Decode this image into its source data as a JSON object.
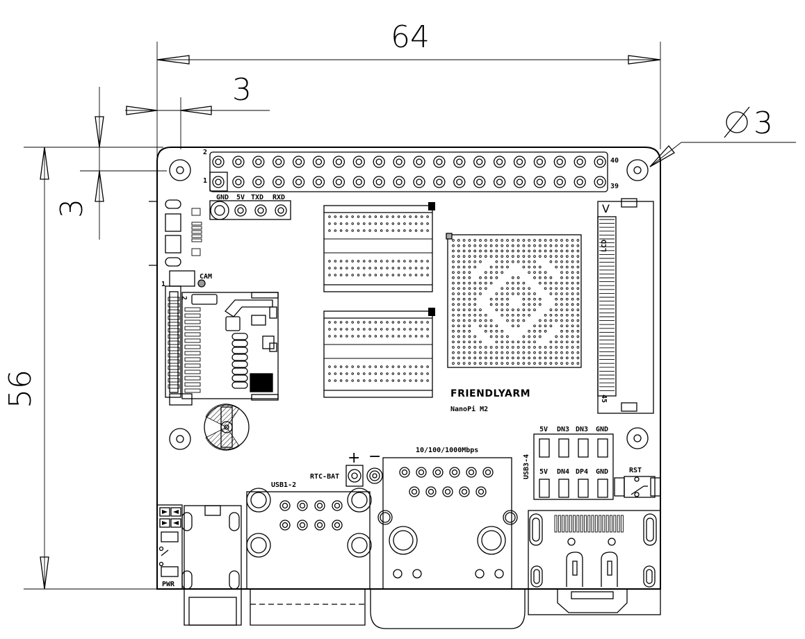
{
  "dimensions": {
    "width": "64",
    "height": "56",
    "hole_offset_x": "3",
    "hole_offset_y": "3",
    "hole_diameter": "Ø3"
  },
  "board": {
    "brand": "FRIENDLYARM",
    "model": "NanoPi M2"
  },
  "labels": {
    "pin2": "2",
    "pin1": "1",
    "pin40": "40",
    "pin39": "39",
    "debug_gnd": "GND",
    "debug_5v": "5V",
    "debug_txd": "TXD",
    "debug_rxd": "RXD",
    "cam": "CAM",
    "cam_pin1": "1",
    "cam_pin2": "2",
    "lcd": "LCD",
    "lcd_pin1": "1",
    "lcd_pin45": "45",
    "ethernet": "10/100/1000Mbps",
    "rtc_bat": "RTC-BAT",
    "rtc_plus": "+",
    "rtc_minus": "−",
    "usb12": "USB1-2",
    "usb34": "USB3-4",
    "usb_top_5v": "5V",
    "usb_top_dn3a": "DN3",
    "usb_top_dn3b": "DN3",
    "usb_top_gnd": "GND",
    "usb_bot_5v": "5V",
    "usb_bot_dn4": "DN4",
    "usb_bot_dp4": "DP4",
    "usb_bot_gnd": "GND",
    "rst": "RST",
    "pwr": "PWR"
  }
}
